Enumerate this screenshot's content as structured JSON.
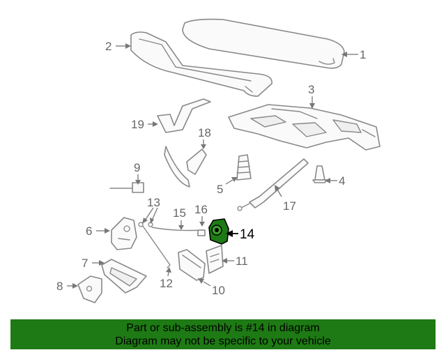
{
  "callouts": {
    "c1": "1",
    "c2": "2",
    "c3": "3",
    "c4": "4",
    "c5": "5",
    "c6": "6",
    "c7": "7",
    "c8": "8",
    "c9": "9",
    "c10": "10",
    "c11": "11",
    "c12": "12",
    "c13": "13",
    "c14": "14",
    "c15": "15",
    "c16": "16",
    "c17": "17",
    "c18": "18",
    "c19": "19"
  },
  "highlight": {
    "part": "14",
    "color": "#1e7a14"
  },
  "banner": {
    "line1": "Part or sub-assembly is #14 in diagram",
    "line2": "Diagram may not be specific to your vehicle",
    "color": "#1e7a14"
  }
}
